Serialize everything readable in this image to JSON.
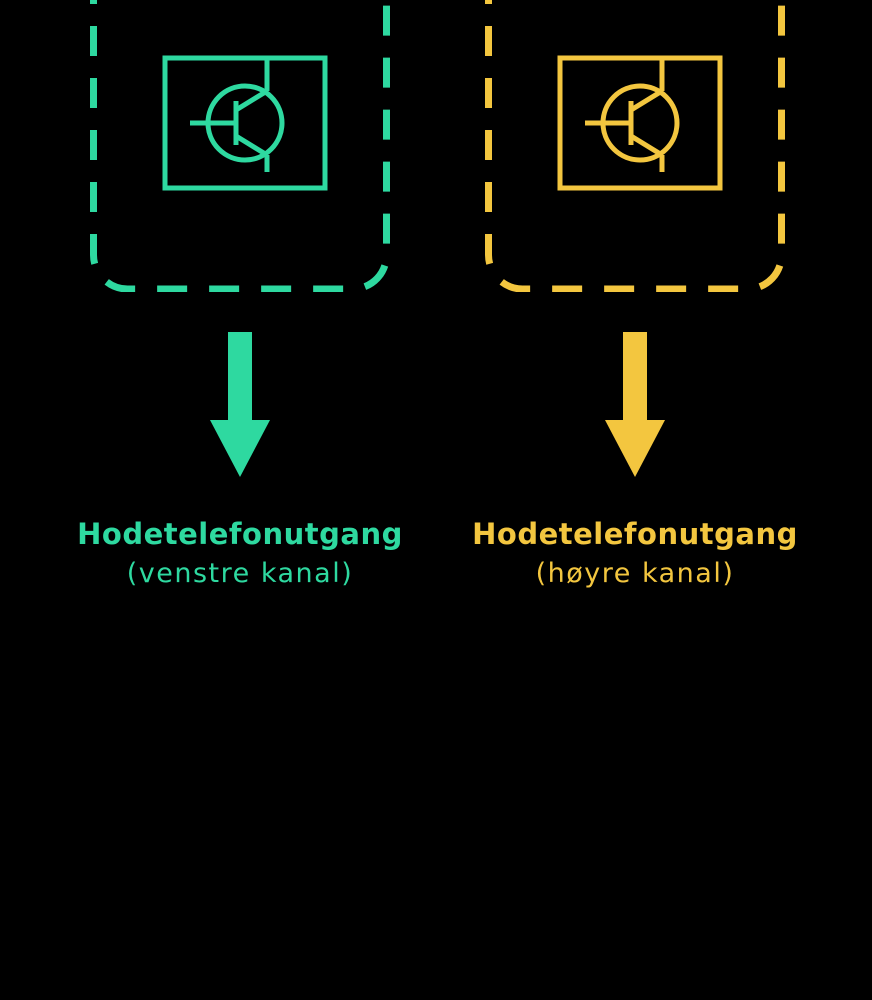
{
  "diagram": {
    "background": "#000000",
    "channels": [
      {
        "id": "left",
        "color": "#2ED9A0",
        "icon": "transistor-icon",
        "arrow_icon": "down-arrow-icon",
        "title": "Hodetelefonutgang",
        "subtitle": "(venstre kanal)"
      },
      {
        "id": "right",
        "color": "#F3C63F",
        "icon": "transistor-icon",
        "arrow_icon": "down-arrow-icon",
        "title": "Hodetelefonutgang",
        "subtitle": "(høyre kanal)"
      }
    ]
  }
}
